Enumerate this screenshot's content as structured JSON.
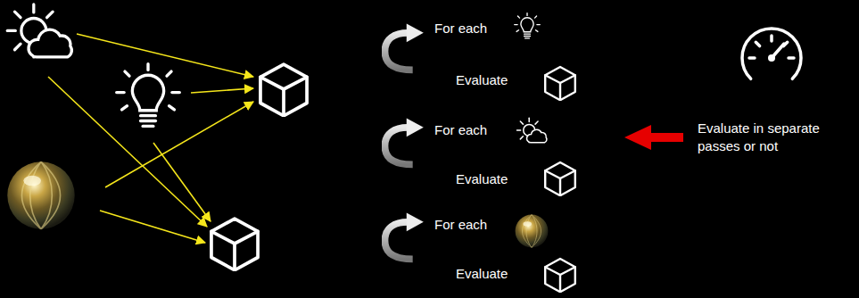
{
  "diagram": {
    "labels": [
      "For each",
      "Evaluate",
      "For each",
      "Evaluate",
      "For each",
      "Evaluate",
      "Evaluate in separate passes or not"
    ]
  }
}
